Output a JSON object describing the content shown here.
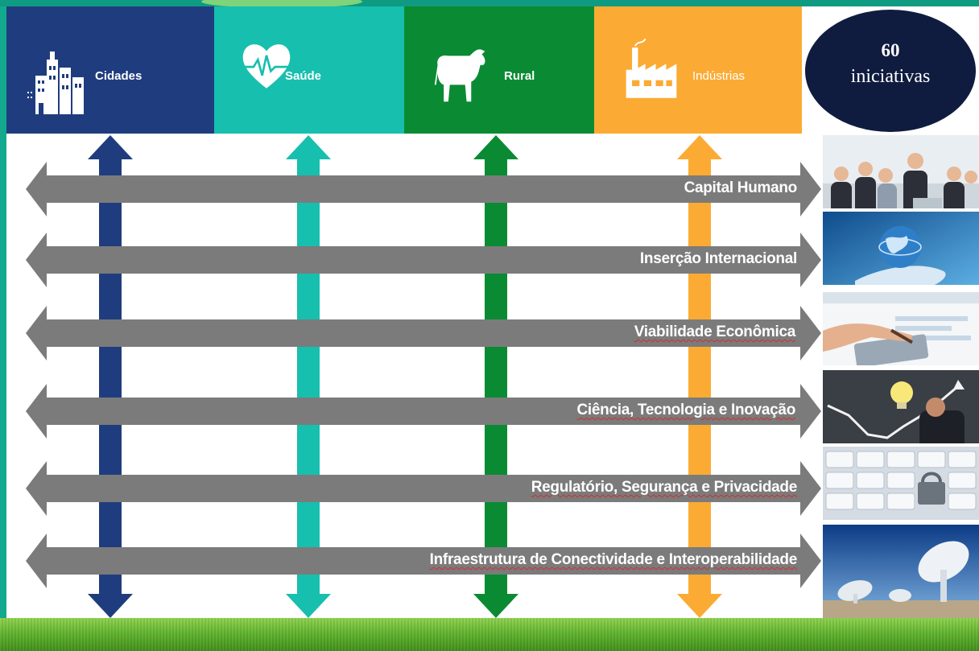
{
  "sectors": [
    {
      "label": "Cidades",
      "color": "#1f3d7e",
      "icon": "city-buildings-icon"
    },
    {
      "label": "Saúde",
      "color": "#17bfae",
      "icon": "heart-pulse-icon"
    },
    {
      "label": "Rural",
      "color": "#0a8b33",
      "icon": "cow-icon"
    },
    {
      "label": "Indústrias",
      "color": "#fbab33",
      "icon": "factory-icon"
    }
  ],
  "count": {
    "number": "60",
    "label": "iniciativas"
  },
  "axes": [
    {
      "label": "Capital Humano",
      "photo": "business-team-photo"
    },
    {
      "label": "Inserção Internacional",
      "photo": "hand-globe-photo"
    },
    {
      "label": "Viabilidade Econômica",
      "photo": "calculator-chart-photo"
    },
    {
      "label": "Ciência, Tecnologia e Inovação",
      "photo": "lightbulb-growth-photo"
    },
    {
      "label": "Regulatório, Segurança e Privacidade",
      "photo": "keyboard-padlock-photo"
    },
    {
      "label": "Infraestrutura de Conectividade e Interoperabilidade",
      "photo": "satellite-dishes-photo"
    }
  ],
  "colors": {
    "background": "#12a98f",
    "axis_arrow": "#7b7b7b",
    "count_oval": "#0f1c3f"
  }
}
